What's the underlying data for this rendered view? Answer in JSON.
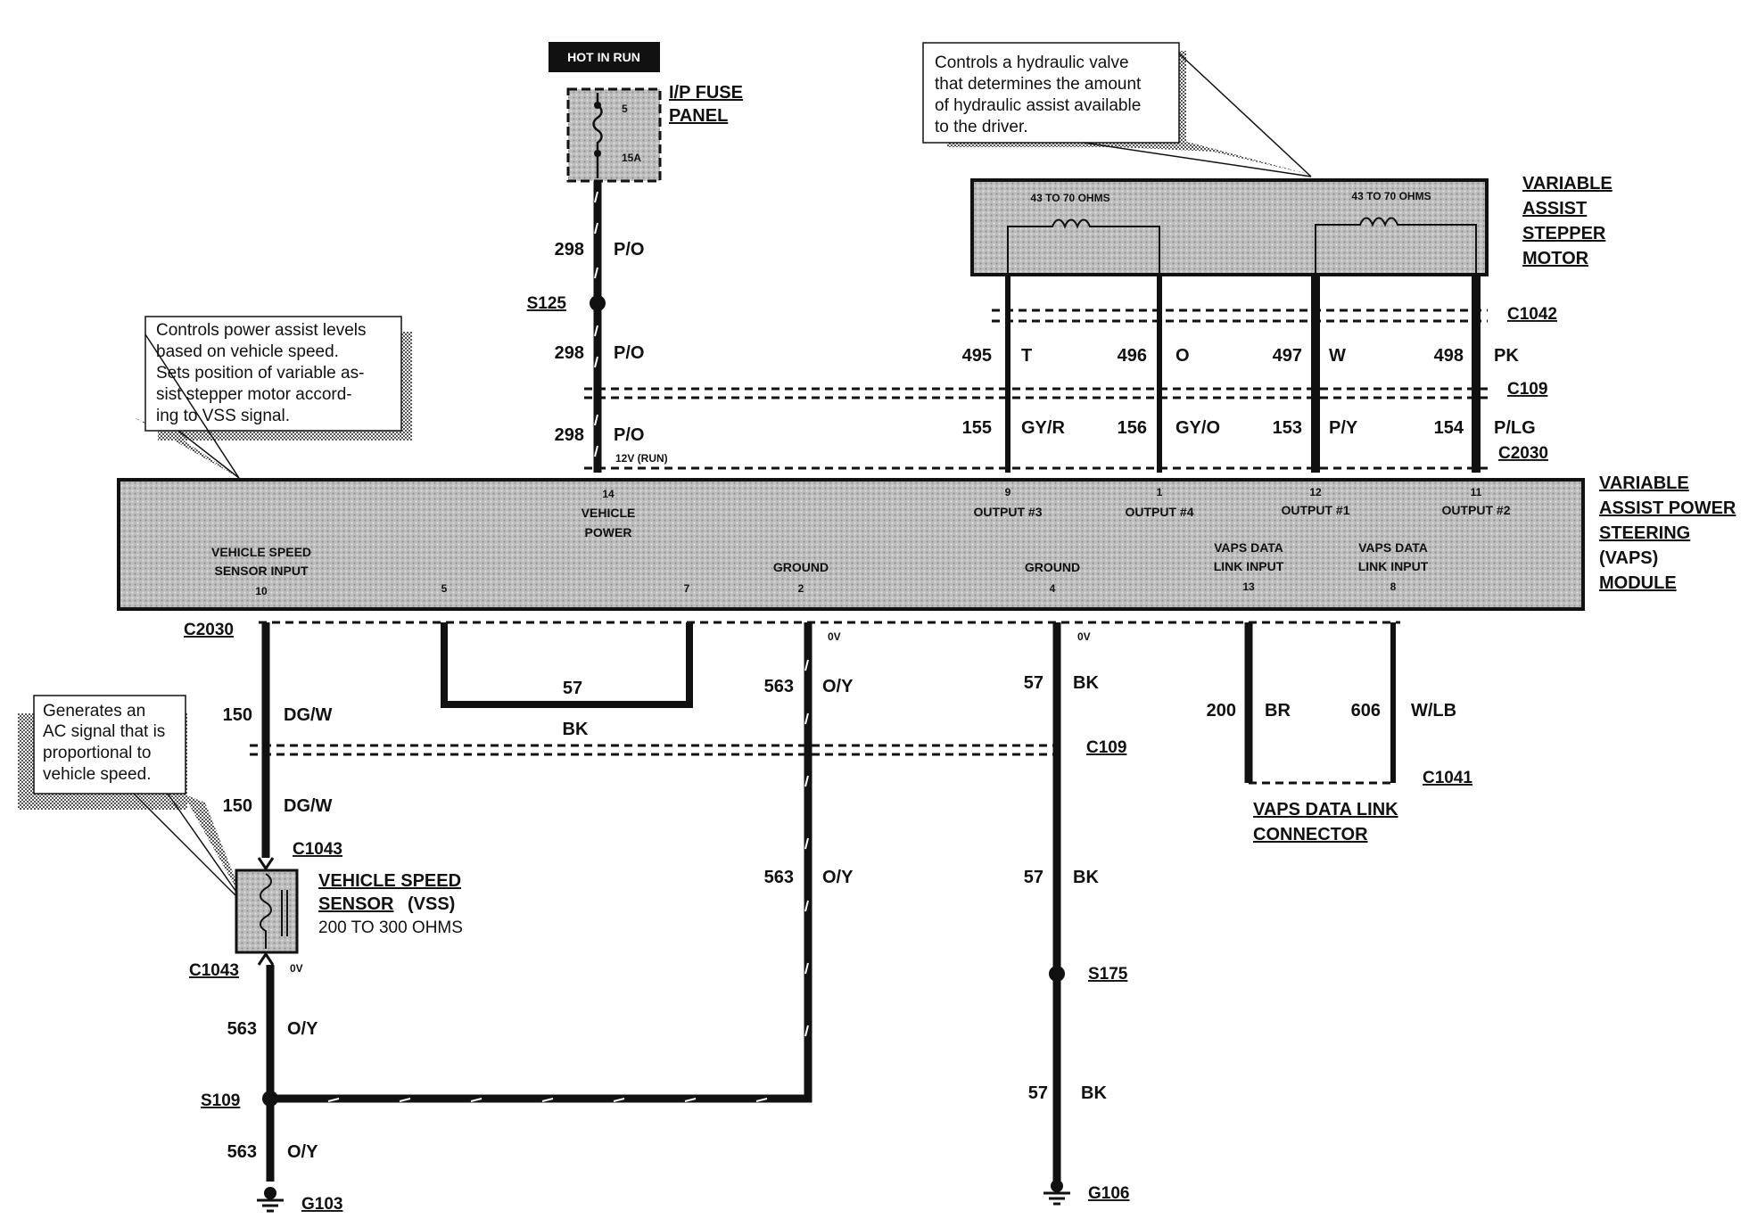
{
  "fuse": {
    "hot_label": "HOT IN RUN",
    "number": "5",
    "rating": "15A",
    "panel_title_1": "I/P FUSE",
    "panel_title_2": "PANEL"
  },
  "stepper_motor": {
    "title_lines": [
      "VARIABLE",
      "ASSIST",
      "STEPPER",
      "MOTOR"
    ],
    "coil1_resistance": "43 TO 70 OHMS",
    "coil2_resistance": "43 TO 70 OHMS",
    "note_lines": [
      "Controls a hydraulic valve",
      "that determines the amount",
      "of hydraulic assist available",
      "to the driver."
    ]
  },
  "module": {
    "title_lines": [
      "VARIABLE",
      "ASSIST POWER",
      "STEERING",
      "(VAPS)",
      "MODULE"
    ],
    "note_lines": [
      "Controls power assist levels",
      "based on vehicle speed.",
      "Sets position of variable as-",
      "sist stepper motor accord-",
      "ing to VSS signal."
    ],
    "pins": {
      "vehicle_power": {
        "num": "14",
        "line1": "VEHICLE",
        "line2": "POWER"
      },
      "output3": {
        "num": "9",
        "label": "OUTPUT #3"
      },
      "output4": {
        "num": "1",
        "label": "OUTPUT #4"
      },
      "output1": {
        "num": "12",
        "label": "OUTPUT #1"
      },
      "output2": {
        "num": "11",
        "label": "OUTPUT #2"
      },
      "vss_input": {
        "line1": "VEHICLE SPEED",
        "line2": "SENSOR INPUT",
        "num": "10"
      },
      "pin5": "5",
      "pin7": "7",
      "ground2": {
        "label": "GROUND",
        "num": "2"
      },
      "ground4": {
        "label": "GROUND",
        "num": "4"
      },
      "data13": {
        "line1": "VAPS DATA",
        "line2": "LINK INPUT",
        "num": "13"
      },
      "data8": {
        "line1": "VAPS DATA",
        "line2": "LINK INPUT",
        "num": "8"
      }
    }
  },
  "wires": {
    "w298a": {
      "circuit": "298",
      "color": "P/O"
    },
    "w298b": {
      "circuit": "298",
      "color": "P/O"
    },
    "w298c": {
      "circuit": "298",
      "color": "P/O",
      "note": "12V (RUN)"
    },
    "w495": {
      "circuit": "495",
      "color": "T"
    },
    "w496": {
      "circuit": "496",
      "color": "O"
    },
    "w497": {
      "circuit": "497",
      "color": "W"
    },
    "w498": {
      "circuit": "498",
      "color": "PK"
    },
    "w155": {
      "circuit": "155",
      "color": "GY/R"
    },
    "w156": {
      "circuit": "156",
      "color": "GY/O"
    },
    "w153": {
      "circuit": "153",
      "color": "P/Y"
    },
    "w154": {
      "circuit": "154",
      "color": "P/LG"
    },
    "w150a": {
      "circuit": "150",
      "color": "DG/W"
    },
    "w150b": {
      "circuit": "150",
      "color": "DG/W"
    },
    "w57loop": {
      "circuit": "57",
      "color": "BK"
    },
    "w563a": {
      "circuit": "563",
      "color": "O/Y",
      "volt": "0V"
    },
    "w563b": {
      "circuit": "563",
      "color": "O/Y"
    },
    "w563c": {
      "circuit": "563",
      "color": "O/Y"
    },
    "w563d": {
      "circuit": "563",
      "color": "O/Y"
    },
    "w57a": {
      "circuit": "57",
      "color": "BK",
      "volt": "0V"
    },
    "w57b": {
      "circuit": "57",
      "color": "BK"
    },
    "w57c": {
      "circuit": "57",
      "color": "BK"
    },
    "w200": {
      "circuit": "200",
      "color": "BR"
    },
    "w606": {
      "circuit": "606",
      "color": "W/LB"
    }
  },
  "connectors": {
    "s125": "S125",
    "c1042": "C1042",
    "c109_top": "C109",
    "c2030_top": "C2030",
    "c2030_bottom": "C2030",
    "c109_bottom": "C109",
    "c1041": "C1041",
    "c1043_top": "C1043",
    "c1043_bottom": "C1043",
    "s109": "S109",
    "s175": "S175",
    "g103": "G103",
    "g106": "G106"
  },
  "vss": {
    "title_1": "VEHICLE SPEED",
    "title_2": "SENSOR",
    "title_2b": " (VSS)",
    "resistance": "200 TO 300 OHMS",
    "volt": "0V",
    "note_lines": [
      "Generates  an",
      "AC signal that is",
      "proportional  to",
      "vehicle speed."
    ]
  },
  "data_link": {
    "title_1": "VAPS DATA LINK",
    "title_2": "CONNECTOR"
  }
}
